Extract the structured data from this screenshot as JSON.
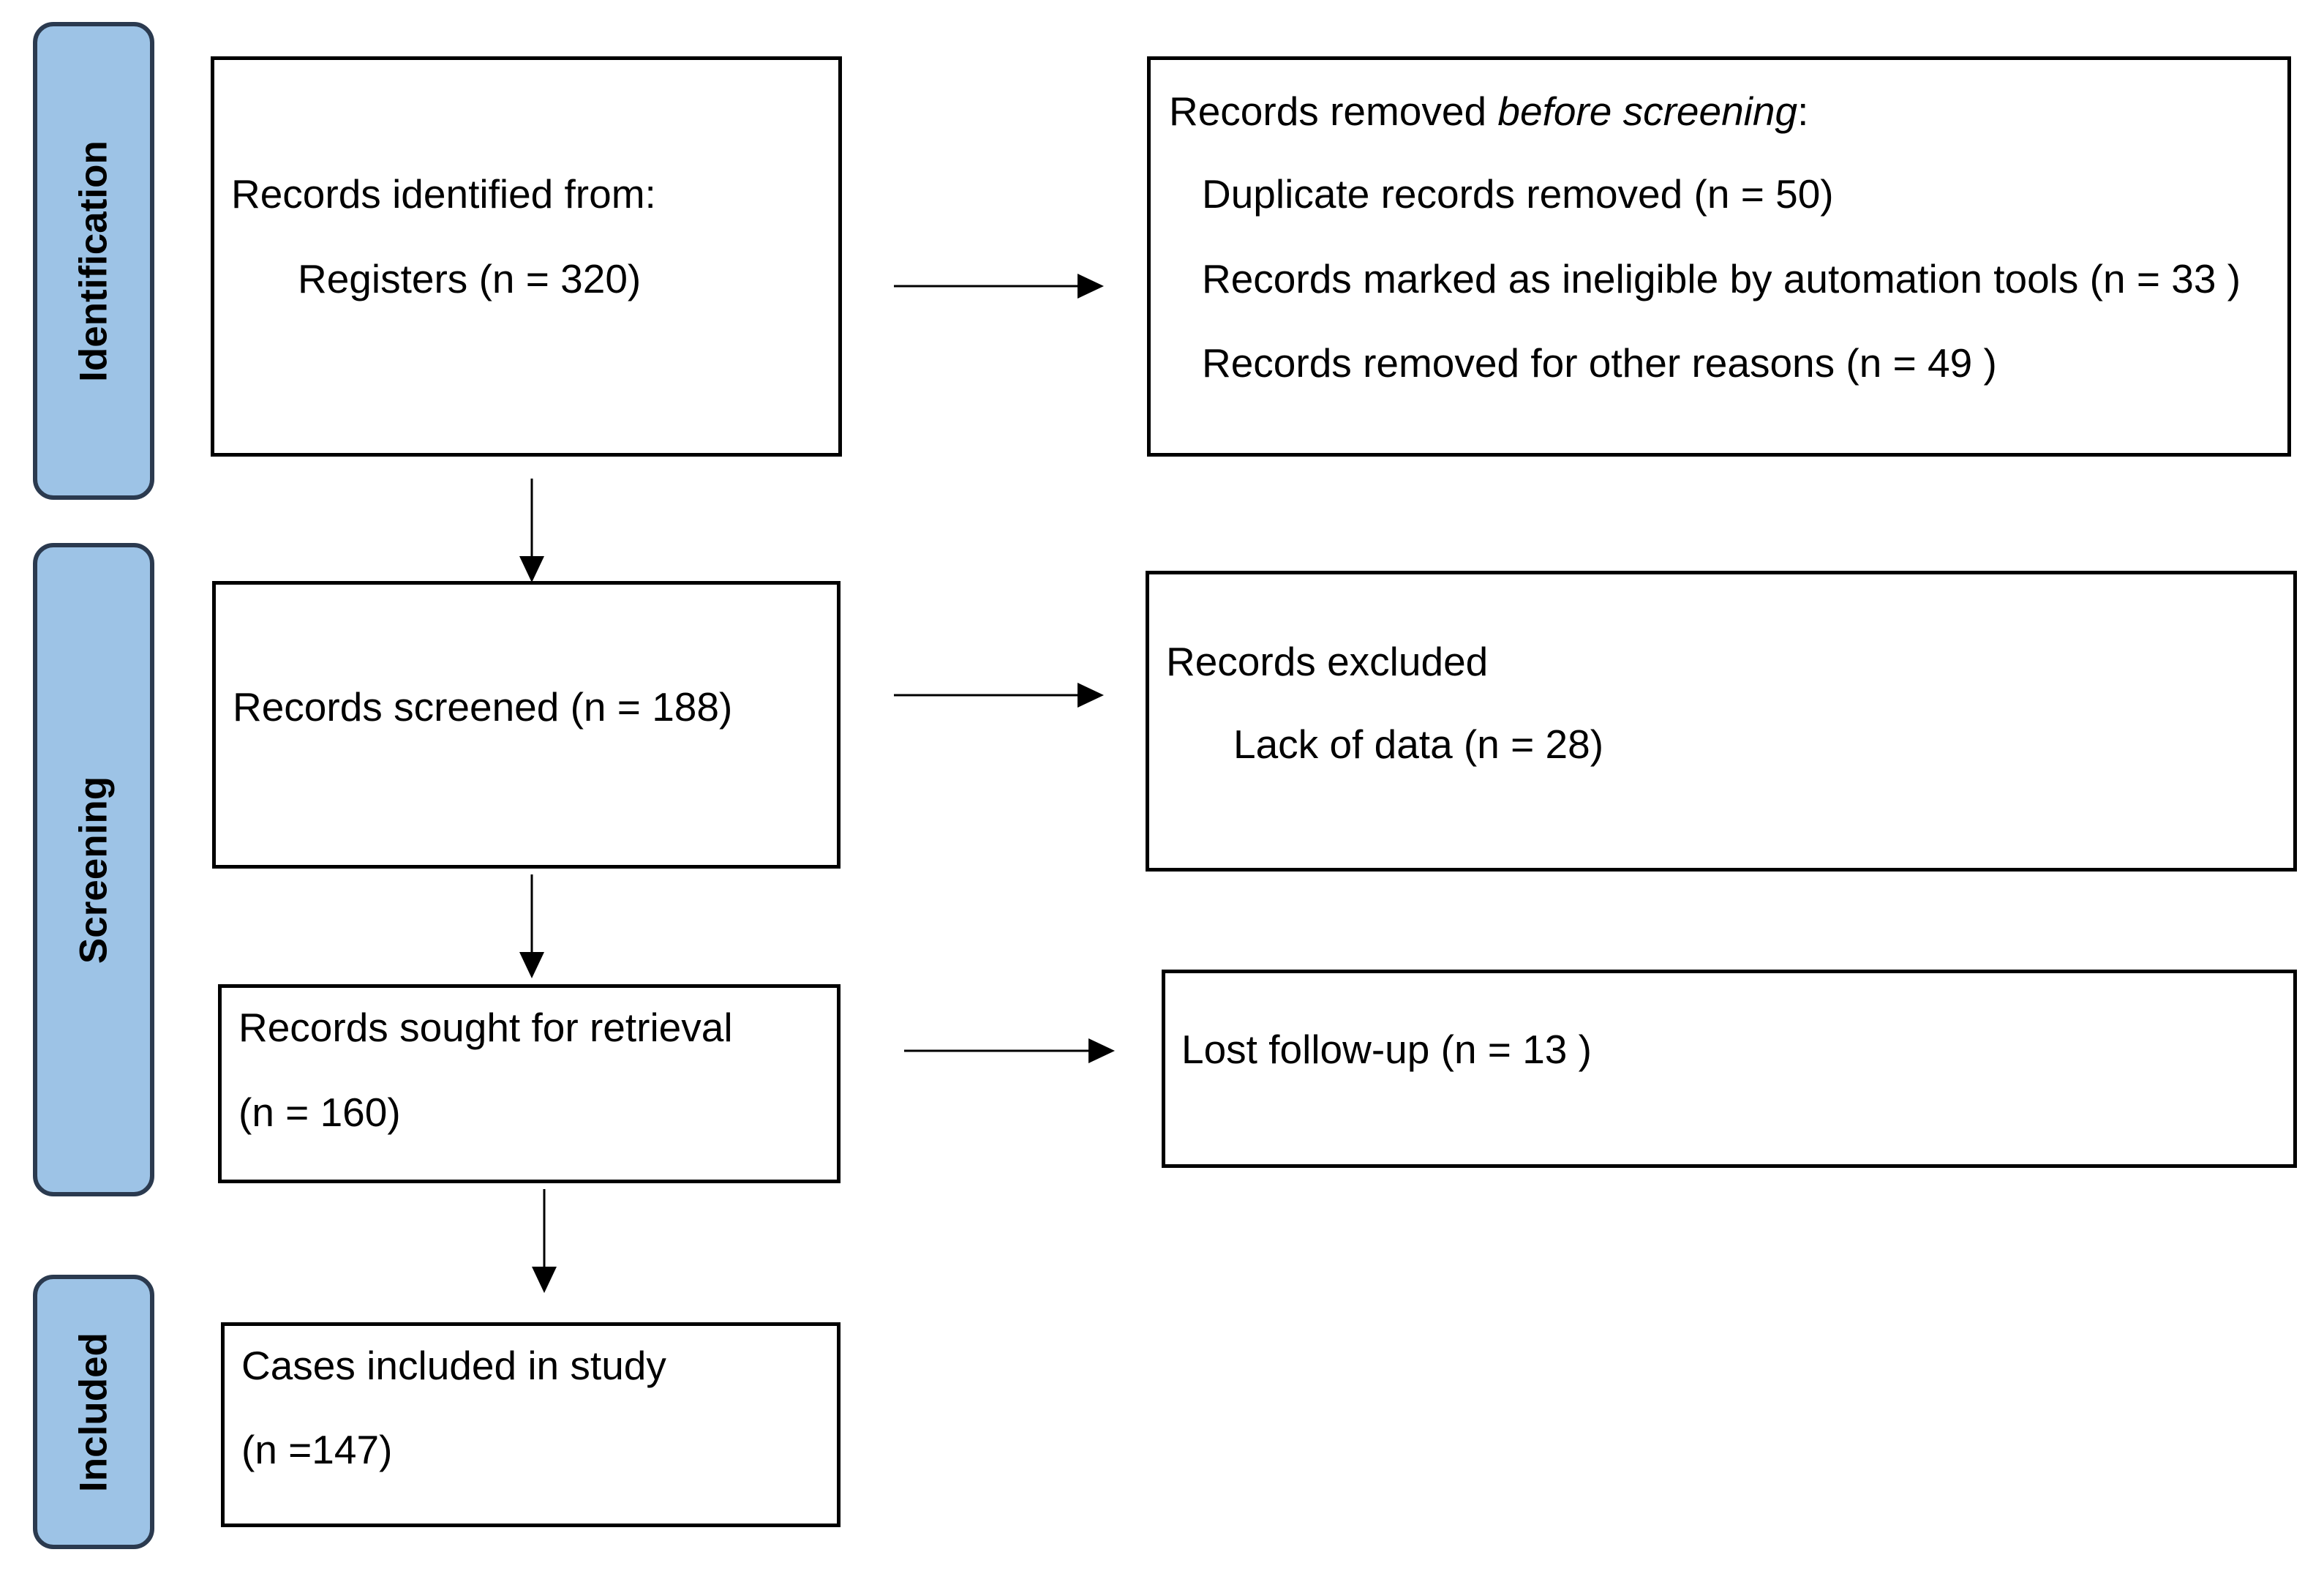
{
  "stages": {
    "identification": "Identification",
    "screening": "Screening",
    "included": "Included"
  },
  "records_identified": {
    "heading": "Records identified from:",
    "registers": "Registers (n = 320)"
  },
  "records_removed": {
    "heading_prefix": "Records removed ",
    "heading_emphasis": "before screening",
    "heading_suffix": ":",
    "items": [
      "Duplicate records removed (n = 50)",
      "Records marked as ineligible by automation tools (n = 33 )",
      "Records removed for other reasons (n = 49 )"
    ]
  },
  "records_screened": {
    "text": "Records screened (n = 188)"
  },
  "records_excluded": {
    "heading": "Records excluded",
    "reason": "Lack of data (n = 28)"
  },
  "records_sought": {
    "heading": "Records sought for retrieval",
    "count": "(n = 160)"
  },
  "lost_follow_up": {
    "text": "Lost follow-up (n = 13 )"
  },
  "cases_included": {
    "heading": "Cases included in study",
    "count": "(n =147)"
  },
  "colors": {
    "stage_fill": "#9DC3E6",
    "stage_border": "#2B3A4F",
    "box_border": "#000000",
    "arrow": "#000000"
  }
}
